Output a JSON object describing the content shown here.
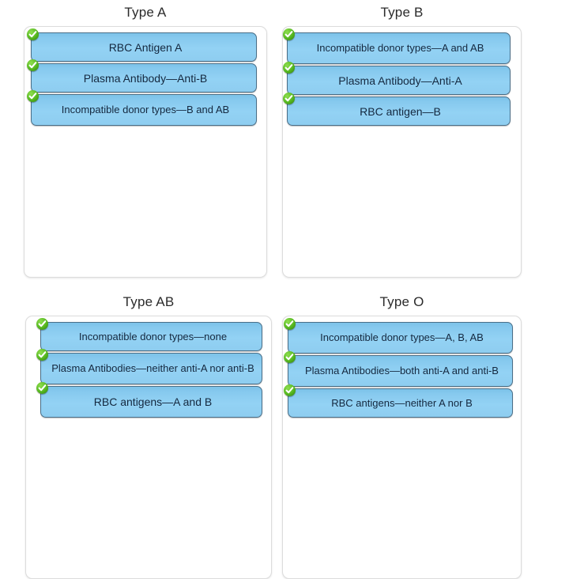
{
  "background_color": "#ffffff",
  "card_color": "#8ecdf0",
  "card_border_color": "#4a6e87",
  "card_text_color": "#14283f",
  "badge_color": "#55b71f",
  "panel_border_color": "#dcdcdc",
  "title_color": "#2b2b2b",
  "groups": [
    {
      "id": "a",
      "title": "Type A",
      "cards": [
        {
          "text": "RBC Antigen A",
          "badge": "check-icon"
        },
        {
          "text": "Plasma Antibody—Anti-B",
          "badge": "check-icon"
        },
        {
          "text": "Incompatible donor types—B and AB",
          "badge": "check-icon"
        }
      ]
    },
    {
      "id": "b",
      "title": "Type B",
      "cards": [
        {
          "text": "Incompatible donor types—A and AB",
          "badge": "check-icon"
        },
        {
          "text": "Plasma Antibody—Anti-A",
          "badge": "check-icon"
        },
        {
          "text": "RBC antigen—B",
          "badge": "check-icon"
        }
      ]
    },
    {
      "id": "ab",
      "title": "Type AB",
      "cards": [
        {
          "text": "Incompatible donor types—none",
          "badge": "check-icon"
        },
        {
          "text": "Plasma Antibodies—neither anti-A nor anti-B",
          "badge": "check-icon"
        },
        {
          "text": "RBC antigens—A and B",
          "badge": "check-icon"
        }
      ]
    },
    {
      "id": "o",
      "title": "Type O",
      "cards": [
        {
          "text": "Incompatible donor types—A, B, AB",
          "badge": "check-icon"
        },
        {
          "text": "Plasma Antibodies—both anti-A and anti-B",
          "badge": "check-icon"
        },
        {
          "text": "RBC antigens—neither A nor B",
          "badge": "check-icon"
        }
      ]
    }
  ]
}
